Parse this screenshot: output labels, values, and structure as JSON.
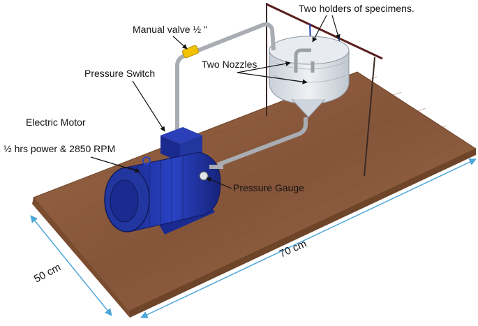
{
  "labels": {
    "manual_valve": "Manual valve ½ \"",
    "holders": "Two holders of specimens.",
    "nozzles": "Two Nozzles",
    "pressure_switch": "Pressure Switch",
    "electric_motor": "Electric Motor",
    "motor_spec": "½ hrs power & 2850 RPM",
    "pressure_gauge": "Pressure Gauge"
  },
  "dimensions": {
    "width": "50 cm",
    "length": "70 cm"
  },
  "colors": {
    "board": "#8a5a3a",
    "board_edge": "#6e4529",
    "motor": "#1f33a6",
    "pipe": "#a9adb3",
    "valve": "#f2c200",
    "tank": "#d7dde4",
    "dimension_line": "#4da6d9"
  }
}
